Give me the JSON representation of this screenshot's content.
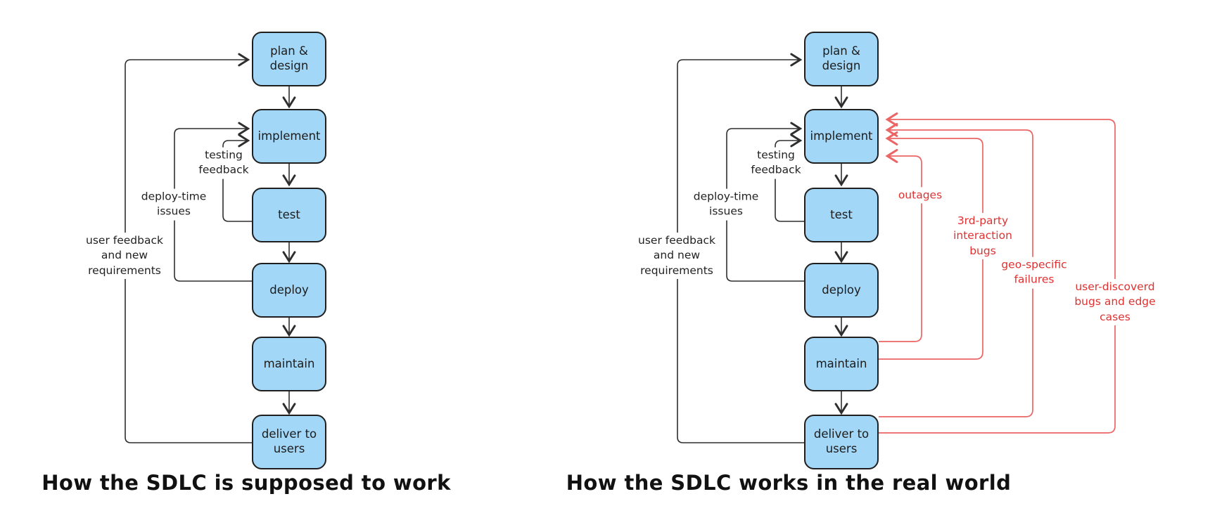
{
  "colors": {
    "box_fill": "#a3d7f7",
    "box_stroke": "#1f1f1f",
    "black_line": "#2e2e2e",
    "red_line": "#ec6565",
    "red_text": "#e03131",
    "background": "#ffffff"
  },
  "left": {
    "caption": "How the SDLC is supposed to work",
    "nodes": {
      "plan": "plan &\ndesign",
      "implement": "implement",
      "test": "test",
      "deploy": "deploy",
      "maintain": "maintain",
      "deliver": "deliver to\nusers"
    },
    "loop_labels": {
      "testing": "testing\nfeedback",
      "deploy_time": "deploy-time\nissues",
      "user": "user feedback\nand new\nrequirements"
    }
  },
  "right": {
    "caption": "How the SDLC works in the real world",
    "nodes": {
      "plan": "plan &\ndesign",
      "implement": "implement",
      "test": "test",
      "deploy": "deploy",
      "maintain": "maintain",
      "deliver": "deliver to\nusers"
    },
    "loop_labels": {
      "testing": "testing\nfeedback",
      "deploy_time": "deploy-time\nissues",
      "user": "user feedback\nand new\nrequirements"
    },
    "failure_labels": {
      "outages": "outages",
      "third_party": "3rd-party\ninteraction\nbugs",
      "geo": "geo-specific\nfailures",
      "user_discovered": "user-discoverd\nbugs and edge cases"
    }
  }
}
